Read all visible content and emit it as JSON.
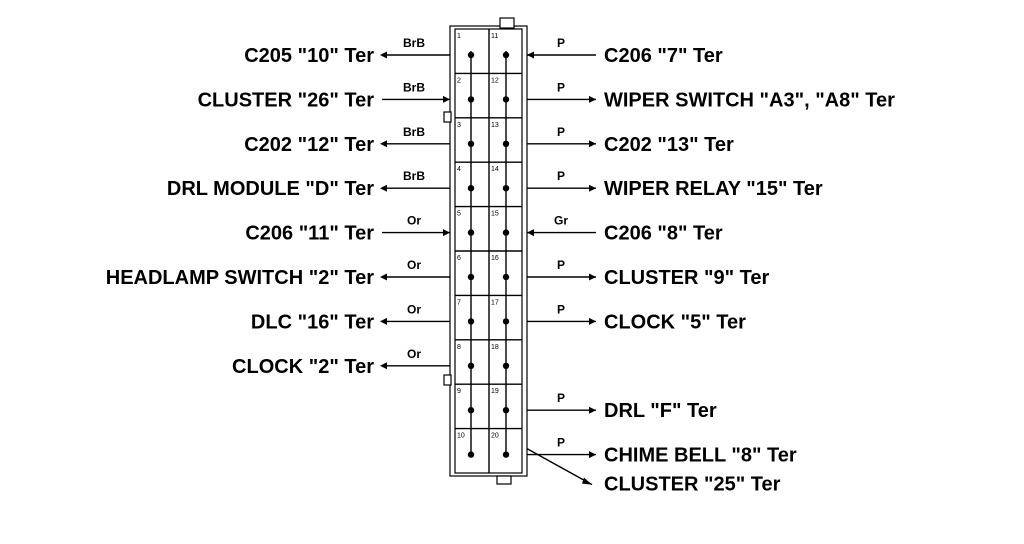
{
  "connector": {
    "pins_left": [
      "1",
      "2",
      "3",
      "4",
      "5",
      "6",
      "7",
      "8",
      "9",
      "10"
    ],
    "pins_right": [
      "11",
      "12",
      "13",
      "14",
      "15",
      "16",
      "17",
      "18",
      "19",
      "20"
    ]
  },
  "left_circuits": [
    {
      "pin": "1",
      "color": "BrB",
      "label": "C205 \"10\" Ter",
      "direction": "out"
    },
    {
      "pin": "2",
      "color": "BrB",
      "label": "CLUSTER \"26\" Ter",
      "direction": "in"
    },
    {
      "pin": "3",
      "color": "BrB",
      "label": "C202 \"12\" Ter",
      "direction": "out"
    },
    {
      "pin": "4",
      "color": "BrB",
      "label": "DRL MODULE \"D\" Ter",
      "direction": "out"
    },
    {
      "pin": "5",
      "color": "Or",
      "label": "C206 \"11\" Ter",
      "direction": "in"
    },
    {
      "pin": "6",
      "color": "Or",
      "label": "HEADLAMP SWITCH \"2\" Ter",
      "direction": "out"
    },
    {
      "pin": "7",
      "color": "Or",
      "label": "DLC \"16\" Ter",
      "direction": "out"
    },
    {
      "pin": "8",
      "color": "Or",
      "label": "CLOCK \"2\" Ter",
      "direction": "out"
    }
  ],
  "right_circuits": [
    {
      "pin": "11",
      "color": "P",
      "label": "C206 \"7\" Ter",
      "direction": "in"
    },
    {
      "pin": "12",
      "color": "P",
      "label": "WIPER SWITCH \"A3\", \"A8\" Ter",
      "direction": "out"
    },
    {
      "pin": "13",
      "color": "P",
      "label": "C202 \"13\" Ter",
      "direction": "out"
    },
    {
      "pin": "14",
      "color": "P",
      "label": "WIPER RELAY \"15\" Ter",
      "direction": "out"
    },
    {
      "pin": "15",
      "color": "Gr",
      "label": "C206 \"8\" Ter",
      "direction": "in"
    },
    {
      "pin": "16",
      "color": "P",
      "label": "CLUSTER \"9\" Ter",
      "direction": "out"
    },
    {
      "pin": "17",
      "color": "P",
      "label": "CLOCK \"5\" Ter",
      "direction": "out"
    },
    {
      "pin": "19",
      "color": "P",
      "label": "DRL \"F\" Ter",
      "direction": "out"
    },
    {
      "pin": "20",
      "color": "P",
      "label": "CHIME BELL \"8\" Ter",
      "direction": "out"
    },
    {
      "pin": "20",
      "color": "",
      "label": "CLUSTER \"25\" Ter",
      "direction": "out"
    }
  ]
}
